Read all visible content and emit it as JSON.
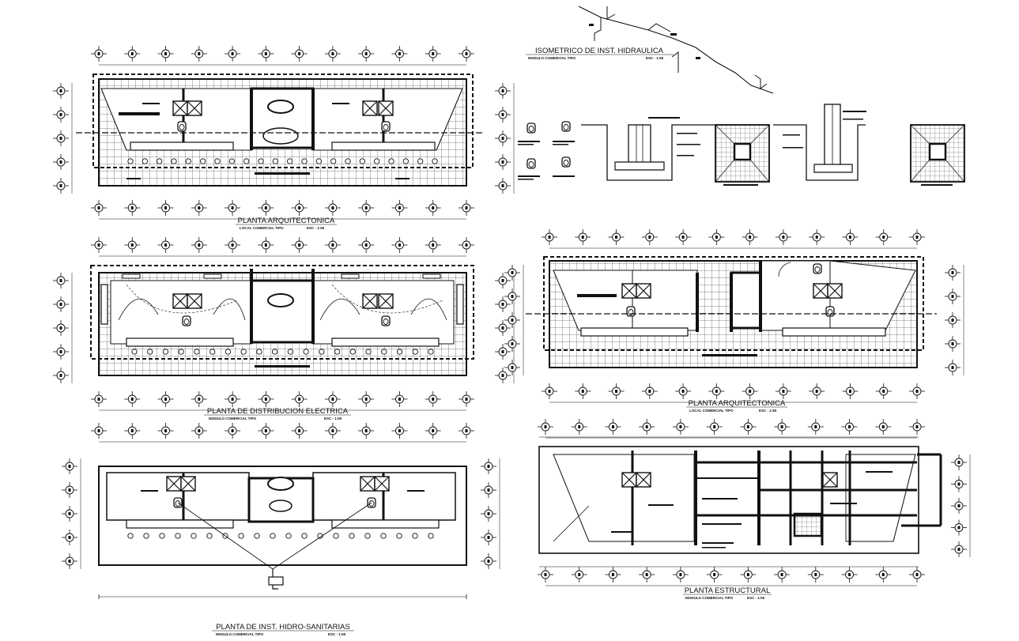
{
  "sheet": {
    "background": "#ffffff",
    "line_color": "#111111"
  },
  "drawings": {
    "arq1": {
      "title": "PLANTA ARQUITECTONICA",
      "subtitle": "LOCAL COMERCIAL TIPO",
      "scale": "ESC - 1:50"
    },
    "iso": {
      "title": "ISOMETRICO DE INST. HIDRAULICA",
      "subtitle": "MODULO COMERCIAL TIPO",
      "scale": "ESC - 1:50"
    },
    "elec": {
      "title": "PLANTA  DE DISTRIBUCION ELECTRICA",
      "subtitle": "MODULO COMERCIAL TIPO",
      "scale": "ESC - 1:50"
    },
    "arq2": {
      "title": "PLANTA ARQUITECTONICA",
      "subtitle": "LOCAL COMERCIAL TIPO",
      "scale": "ESC - 1:50"
    },
    "hidro": {
      "title": "PLANTA DE INST. HIDRO-SANITARIAS",
      "subtitle": "MODULO COMERCIAL TIPO",
      "scale": "ESC - 1:50"
    },
    "estr": {
      "title": "PLANTA ESTRUCTURAL",
      "subtitle": "MODULO COMERCIAL TIPO",
      "scale": "ESC - 1:50"
    }
  }
}
